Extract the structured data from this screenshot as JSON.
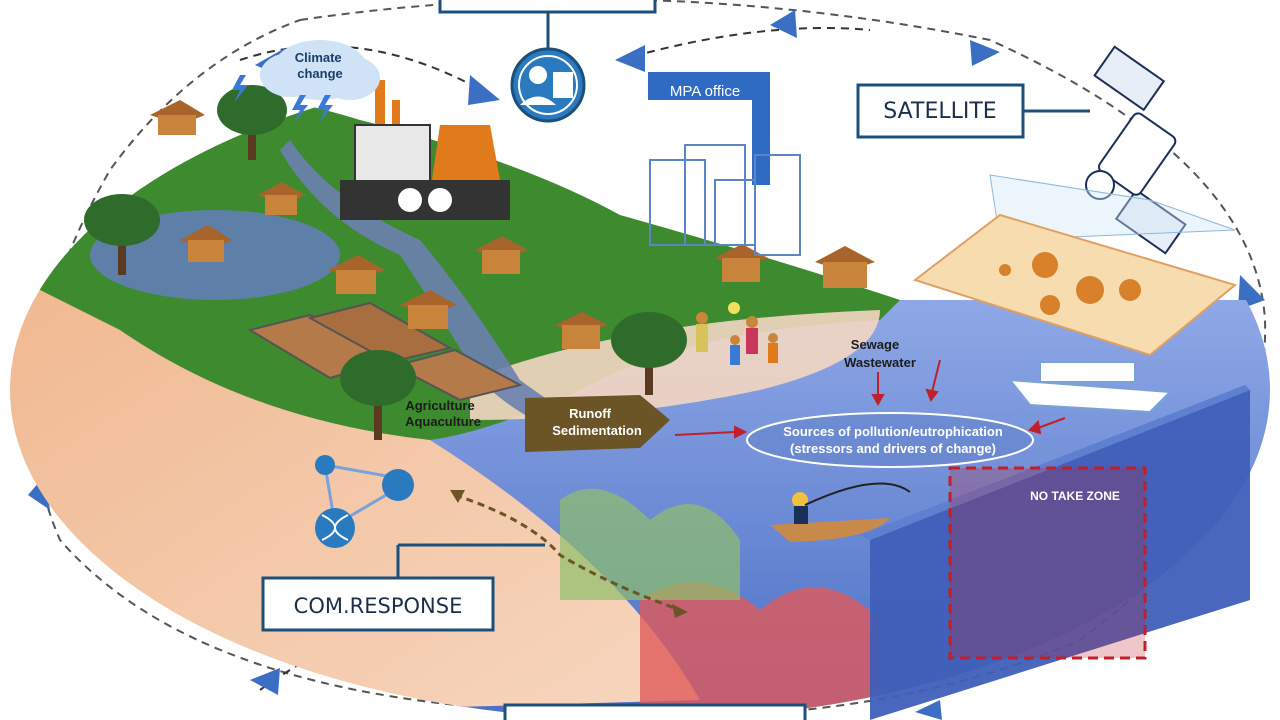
{
  "colors": {
    "loop_arrow": "#3a6fc4",
    "loop_dash": "#555555",
    "label_box_border": "#1c4f7a",
    "office_blue": "#2f6bc2",
    "land_green": "#3e8a2f",
    "beach_sand": "#f3c8a8",
    "sea_blue": "#6f8fd6",
    "no_take_zone": "#c0202a"
  },
  "labels": {
    "climate_change": "Climate\nchange",
    "mpa_office": "MPA office",
    "satellite": "SATELLITE",
    "sewage": "Sewage",
    "wastewater": "Wastewater",
    "agriculture": "Agriculture",
    "aquaculture": "Aquaculture",
    "runoff": "Runoff",
    "sedimentation": "Sedimentation",
    "pollution_line1": "Sources of pollution/eutrophication",
    "pollution_line2": "(stressors and drivers of change)",
    "no_take_zone": "NO TAKE ZONE",
    "com_response": "COM.RESPONSE"
  },
  "icons": [
    "manager-icon",
    "satellite-icon",
    "dna-network-icon",
    "cloud-lightning-icon",
    "factory-icon"
  ]
}
